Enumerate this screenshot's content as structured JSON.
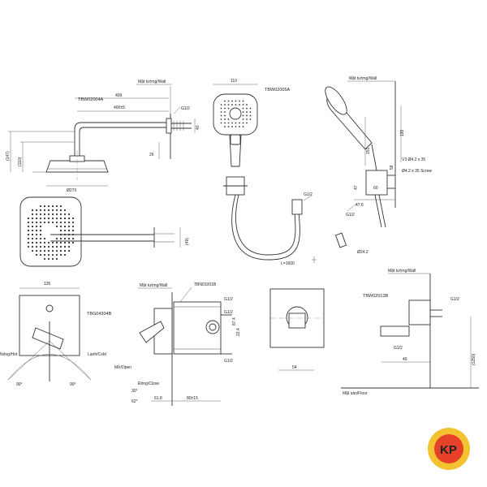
{
  "labels": {
    "wall": "Mặt tường/Wall",
    "floor": "Mặt sàn/Floor",
    "codes": {
      "head": "TBW02004A",
      "hand": "TBW02005A",
      "valve": "TBG04304B",
      "rough": "TBN01001B",
      "elbow": "TBW02013B"
    },
    "on_off": "Mở/Open",
    "close": "Đóng/Close",
    "cold": "Lạnh/Cold",
    "hot": "Nóng/Hot",
    "v3": "V3 Ø4.2 x 35",
    "screw": "Ø4.2 x 35 Screw",
    "hose_len": "L=1600"
  },
  "dims": {
    "d409": "409",
    "d400": "400±5",
    "g12_head": "G1/2",
    "d40": "40",
    "d147": "(147)",
    "d110": "(110)",
    "d26": "26",
    "d270": "Ø270",
    "d49": "(49)",
    "d110b": "110",
    "g12_hose": "G1/2",
    "d151": "151",
    "d195": "195",
    "d58": "58",
    "d47": "47",
    "d476": "47.6",
    "d60": "60",
    "d24": "Ø24.2",
    "d135": "135",
    "d90": "90°",
    "d90b": "90°",
    "d30": "30°",
    "d62": "62°",
    "g12_r1": "G1/2",
    "g12_r2": "G1/2",
    "g12_r3": "G1/2",
    "d874": "87.4",
    "d618": "61.8",
    "d80": "80±15",
    "d22": "22.4",
    "d54": "54",
    "g12_e1": "G1/2",
    "g12_e2": "G1/2",
    "d49b": "49",
    "d1250": "(1250)"
  },
  "logo": {
    "text": "KP",
    "colors": {
      "ring": "#f2c230",
      "inner": "#e8412a",
      "text": "#ffffff"
    }
  }
}
